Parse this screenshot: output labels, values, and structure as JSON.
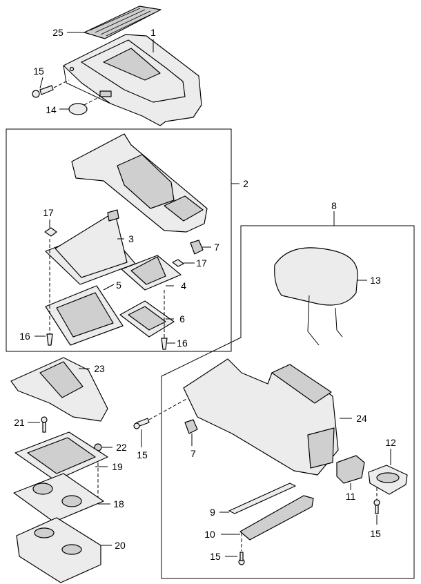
{
  "callouts": {
    "p1": "1",
    "p25": "25",
    "p15a": "15",
    "p14": "14",
    "p2": "2",
    "p17a": "17",
    "p3": "3",
    "p7a": "7",
    "p17b": "17",
    "p4": "4",
    "p5": "5",
    "p6": "6",
    "p16a": "16",
    "p16b": "16",
    "p8": "8",
    "p13": "13",
    "p23": "23",
    "p24": "24",
    "p21": "21",
    "p15b": "15",
    "p7b": "7",
    "p22": "22",
    "p19": "19",
    "p12": "12",
    "p18": "18",
    "p11": "11",
    "p9": "9",
    "p10": "10",
    "p15c": "15",
    "p15d": "15",
    "p20": "20"
  }
}
